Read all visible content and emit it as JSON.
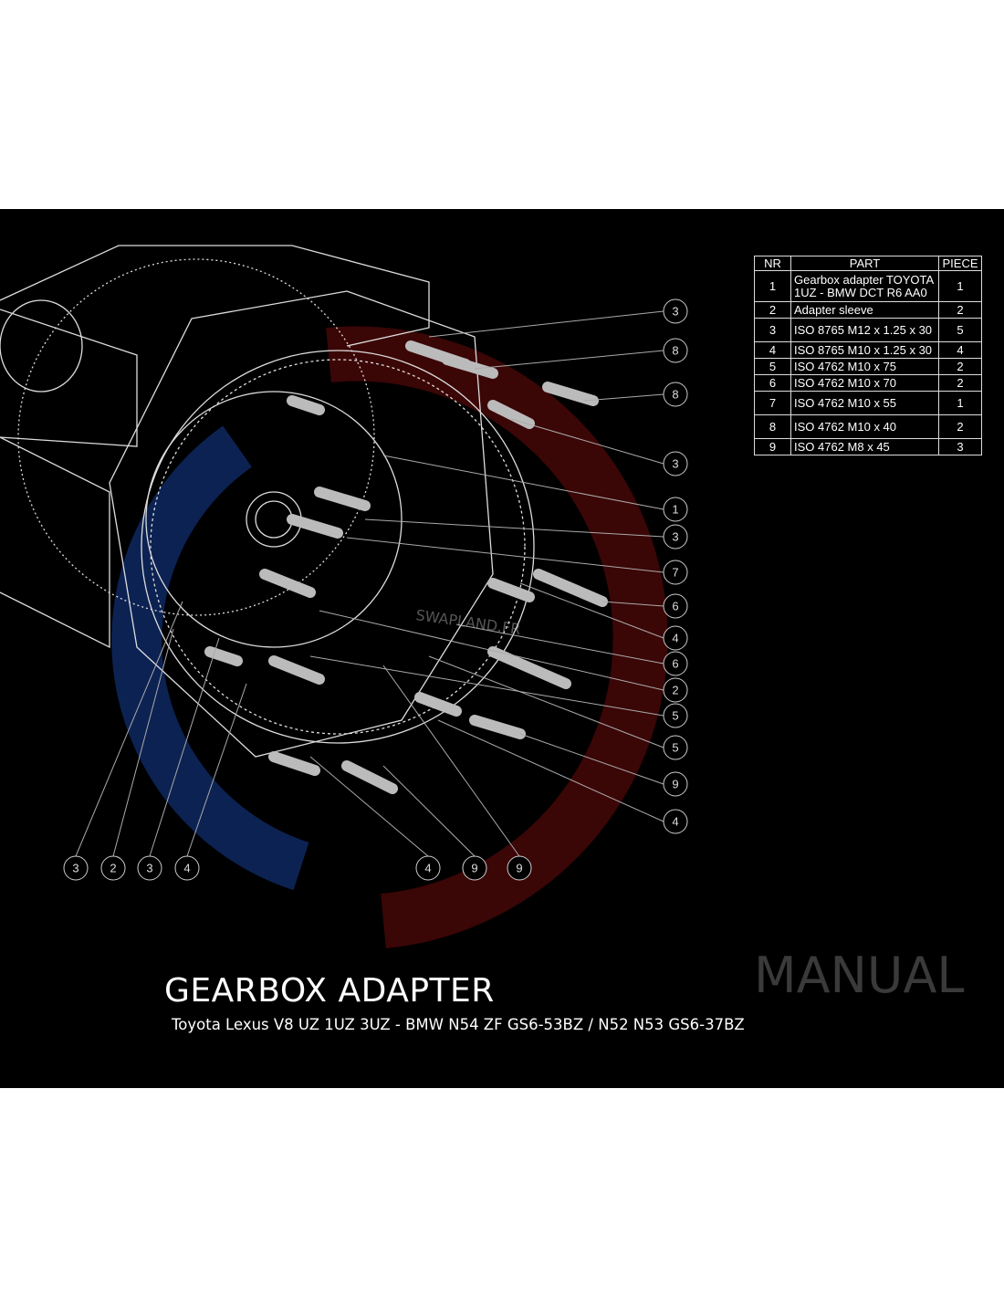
{
  "bom": {
    "headers": [
      "NR",
      "PART",
      "PIECE"
    ],
    "rows": [
      {
        "nr": "1",
        "part": "Gearbox adapter TOYOTA 1UZ - BMW DCT R6 AA0",
        "piece": "1"
      },
      {
        "nr": "2",
        "part": "Adapter sleeve",
        "piece": "2"
      },
      {
        "nr": "3",
        "part": "ISO 8765 M12 x 1.25 x 30",
        "piece": "5"
      },
      {
        "nr": "4",
        "part": "ISO 8765 M10 x 1.25 x 30",
        "piece": "4"
      },
      {
        "nr": "5",
        "part": "ISO 4762 M10 x 75",
        "piece": "2"
      },
      {
        "nr": "6",
        "part": "ISO 4762 M10 x 70",
        "piece": "2"
      },
      {
        "nr": "7",
        "part": "ISO 4762 M10 x 55",
        "piece": "1"
      },
      {
        "nr": "8",
        "part": "ISO 4762 M10 x 40",
        "piece": "2"
      },
      {
        "nr": "9",
        "part": "ISO 4762 M8 x 45",
        "piece": "3"
      }
    ]
  },
  "callouts_right": [
    "3",
    "8",
    "8",
    "3",
    "1",
    "3",
    "7",
    "6",
    "4",
    "6",
    "2",
    "5",
    "5",
    "9",
    "4"
  ],
  "callouts_bottom": [
    "3",
    "2",
    "3",
    "4",
    "4",
    "9",
    "9"
  ],
  "title": "GEARBOX ADAPTER",
  "subtitle": "Toyota Lexus V8 UZ 1UZ 3UZ - BMW N54 ZF GS6-53BZ / N52 N53 GS6-37BZ",
  "badge": "MANUAL",
  "watermark": "SWAPLAND.FR",
  "colors": {
    "background": "#000000",
    "line": "#ffffff",
    "logo_red": "#5a0a0a",
    "logo_blue": "#0f2a66",
    "badge": "#3a3a3a"
  }
}
